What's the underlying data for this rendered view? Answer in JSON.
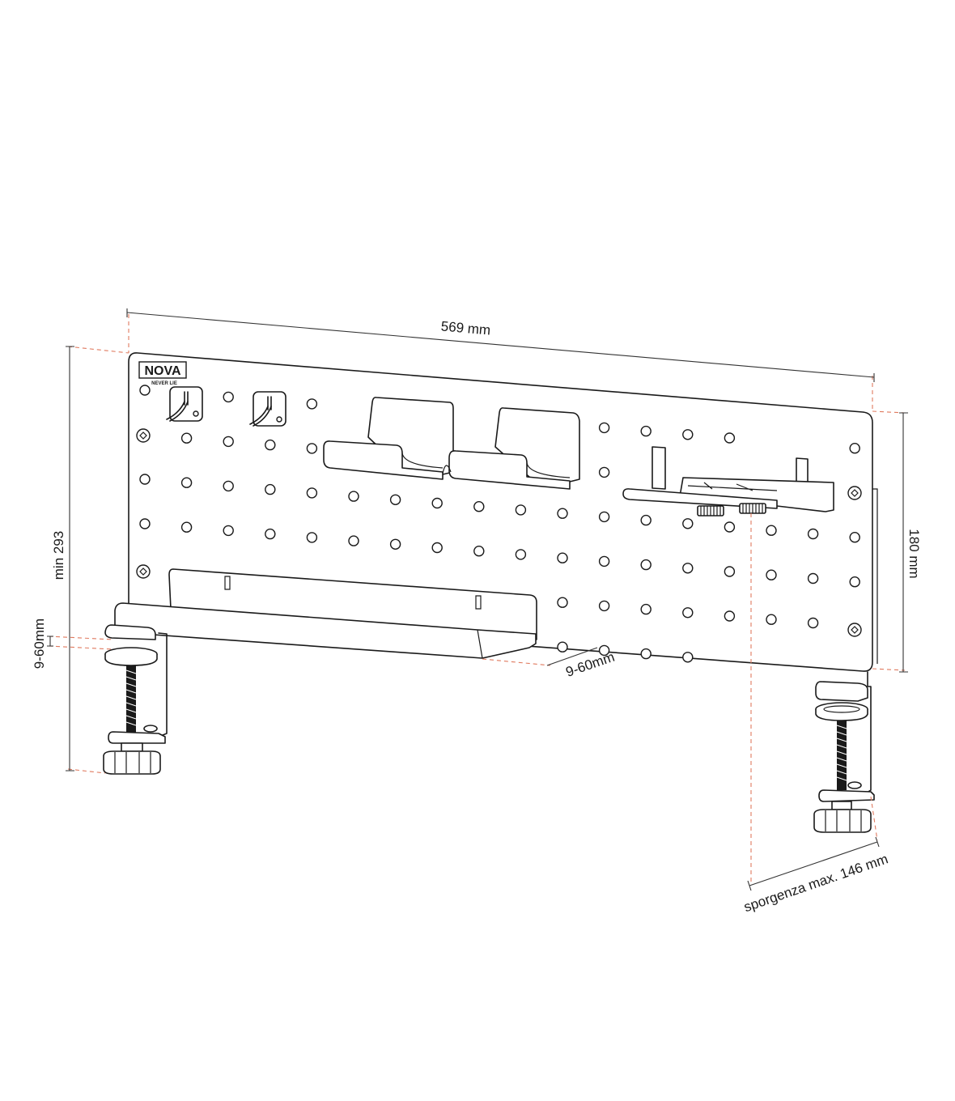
{
  "dimensions": {
    "width": "569 mm",
    "min_height": "min 293",
    "panel_height": "180 mm",
    "clamp_range_left": "9-60mm",
    "clamp_range_shelf": "9-60mm",
    "overhang": "sporgenza max. 146 mm"
  },
  "logo": {
    "name": "NOVA",
    "tagline": "NEVER LIE"
  },
  "colors": {
    "line": "#1a1a1a",
    "extension_line": "#e07a5f",
    "background": "#ffffff"
  }
}
